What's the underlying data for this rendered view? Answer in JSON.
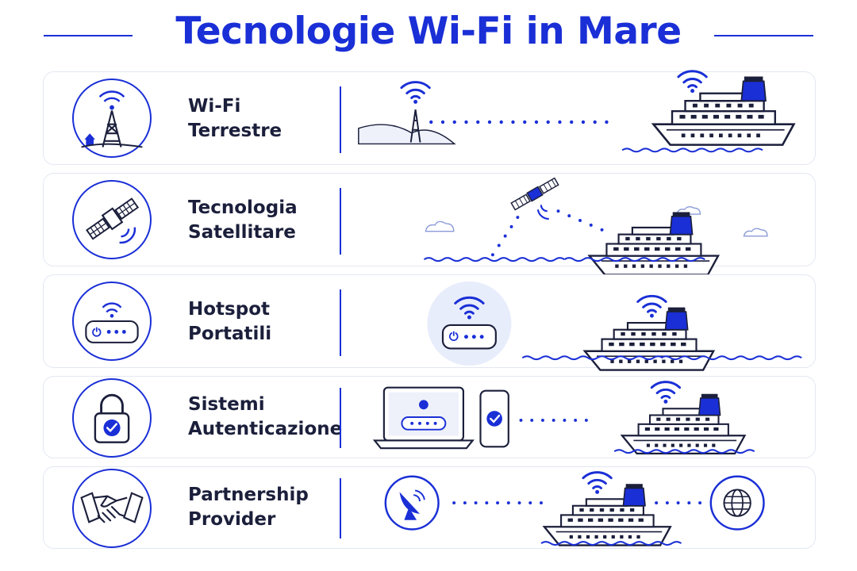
{
  "title": "Tecnologie Wi-Fi in Mare",
  "colors": {
    "accent": "#1a2fd6",
    "text": "#1b1f3b",
    "border": "#e3e7f1",
    "hotspot_bg": "#e8edfb"
  },
  "rows": [
    {
      "line1": "Wi-Fi",
      "line2": "Terrestre",
      "icon": "cell-tower-icon"
    },
    {
      "line1": "Tecnologia",
      "line2": "Satellitare",
      "icon": "satellite-icon"
    },
    {
      "line1": "Hotspot",
      "line2": "Portatili",
      "icon": "router-icon"
    },
    {
      "line1": "Sistemi",
      "line2": "Autenticazione",
      "icon": "padlock-icon"
    },
    {
      "line1": "Partnership",
      "line2": "Provider",
      "icon": "handshake-icon"
    }
  ]
}
